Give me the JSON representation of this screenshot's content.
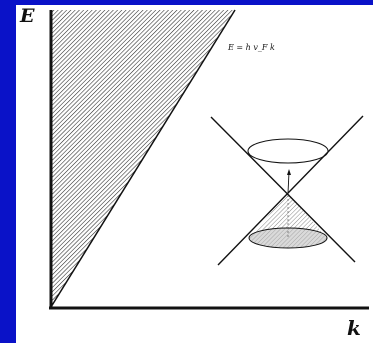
{
  "diagram": {
    "y_axis_label": "E",
    "x_axis_label": "k",
    "dispersion_relation": "E = h v_F k",
    "colors": {
      "background": "#0a12c8",
      "panel": "#ffffff",
      "ink": "#111111"
    }
  }
}
